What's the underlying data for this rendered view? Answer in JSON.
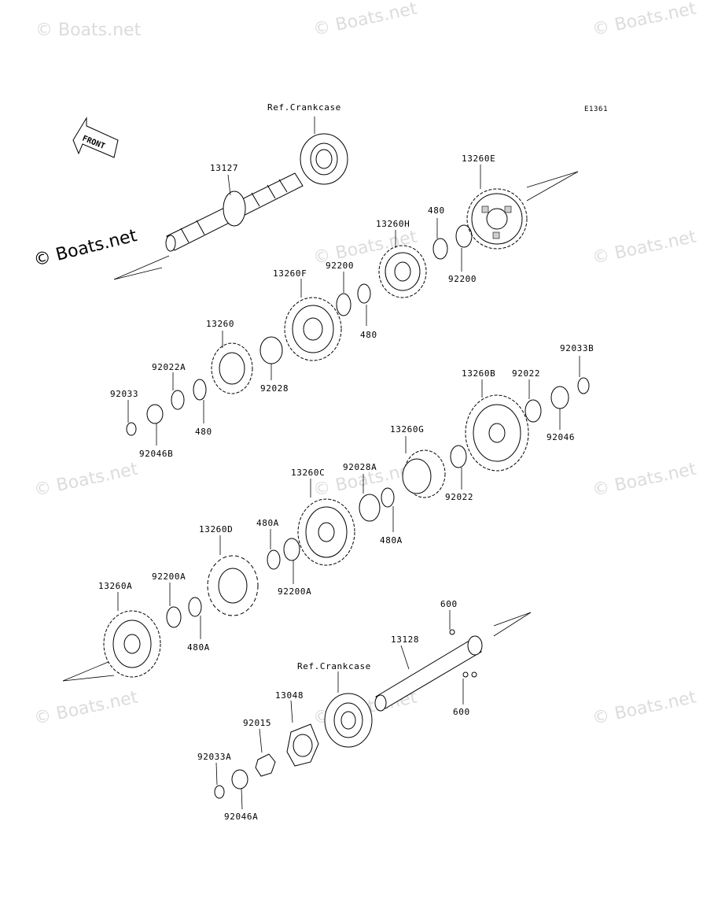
{
  "diagram": {
    "code": "E1361",
    "front_label": "FRONT",
    "copyright_main": "© Boats.net",
    "watermark": "© Boats.net",
    "labels": [
      "Ref.Crankcase",
      "13127",
      "13260E",
      "480",
      "13260H",
      "92200",
      "92200",
      "13260F",
      "480",
      "13260",
      "92028",
      "92022A",
      "480",
      "92033",
      "92046B",
      "92033B",
      "13260B",
      "92022",
      "92046",
      "13260G",
      "92028A",
      "92022",
      "13260C",
      "480A",
      "480A",
      "13260D",
      "92200A",
      "92200A",
      "13260A",
      "480A",
      "600",
      "13128",
      "600",
      "Ref.Crankcase",
      "13048",
      "92015",
      "92033A",
      "92046A"
    ]
  }
}
